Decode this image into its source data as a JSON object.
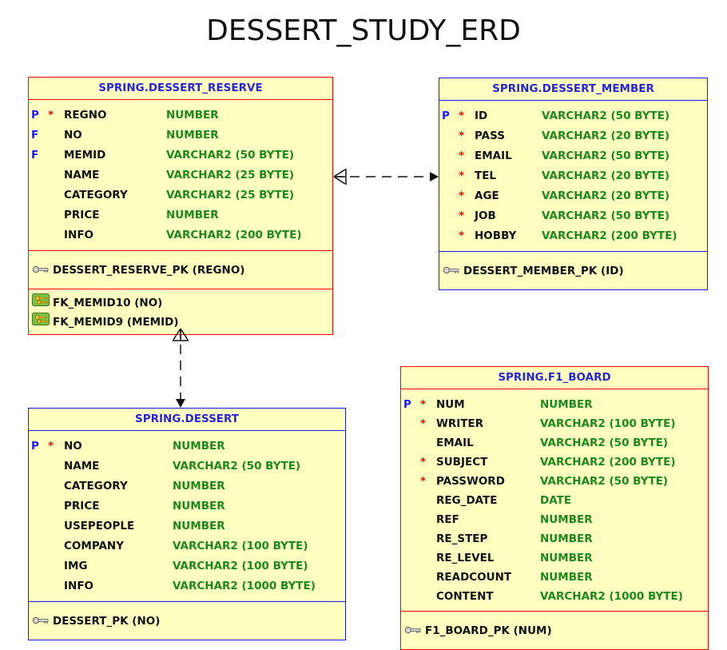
{
  "title": "DESSERT_STUDY_ERD",
  "entities": {
    "reserve": {
      "name": "SPRING.DESSERT_RESERVE",
      "columns": [
        {
          "key": "P",
          "mandatory": "*",
          "name": "REGNO",
          "type": "NUMBER"
        },
        {
          "key": "F",
          "mandatory": "",
          "name": "NO",
          "type": "NUMBER"
        },
        {
          "key": "F",
          "mandatory": "",
          "name": "MEMID",
          "type": "VARCHAR2 (50 BYTE)"
        },
        {
          "key": "",
          "mandatory": "",
          "name": "NAME",
          "type": "VARCHAR2 (25 BYTE)"
        },
        {
          "key": "",
          "mandatory": "",
          "name": "CATEGORY",
          "type": "VARCHAR2 (25 BYTE)"
        },
        {
          "key": "",
          "mandatory": "",
          "name": "PRICE",
          "type": "NUMBER"
        },
        {
          "key": "",
          "mandatory": "",
          "name": "INFO",
          "type": "VARCHAR2 (200 BYTE)"
        }
      ],
      "pk": "DESSERT_RESERVE_PK (REGNO)",
      "fks": [
        "FK_MEMID10 (NO)",
        "FK_MEMID9 (MEMID)"
      ]
    },
    "member": {
      "name": "SPRING.DESSERT_MEMBER",
      "columns": [
        {
          "key": "P",
          "mandatory": "*",
          "name": "ID",
          "type": "VARCHAR2 (50 BYTE)"
        },
        {
          "key": "",
          "mandatory": "*",
          "name": "PASS",
          "type": "VARCHAR2 (20 BYTE)"
        },
        {
          "key": "",
          "mandatory": "*",
          "name": "EMAIL",
          "type": "VARCHAR2 (50 BYTE)"
        },
        {
          "key": "",
          "mandatory": "*",
          "name": "TEL",
          "type": "VARCHAR2 (20 BYTE)"
        },
        {
          "key": "",
          "mandatory": "*",
          "name": "AGE",
          "type": "VARCHAR2 (20 BYTE)"
        },
        {
          "key": "",
          "mandatory": "*",
          "name": "JOB",
          "type": "VARCHAR2 (50 BYTE)"
        },
        {
          "key": "",
          "mandatory": "*",
          "name": "HOBBY",
          "type": "VARCHAR2 (200 BYTE)"
        }
      ],
      "pk": "DESSERT_MEMBER_PK (ID)"
    },
    "dessert": {
      "name": "SPRING.DESSERT",
      "columns": [
        {
          "key": "P",
          "mandatory": "*",
          "name": "NO",
          "type": "NUMBER"
        },
        {
          "key": "",
          "mandatory": "",
          "name": "NAME",
          "type": "VARCHAR2 (50 BYTE)"
        },
        {
          "key": "",
          "mandatory": "",
          "name": "CATEGORY",
          "type": "NUMBER"
        },
        {
          "key": "",
          "mandatory": "",
          "name": "PRICE",
          "type": "NUMBER"
        },
        {
          "key": "",
          "mandatory": "",
          "name": "USEPEOPLE",
          "type": "NUMBER"
        },
        {
          "key": "",
          "mandatory": "",
          "name": "COMPANY",
          "type": "VARCHAR2 (100 BYTE)"
        },
        {
          "key": "",
          "mandatory": "",
          "name": "IMG",
          "type": "VARCHAR2 (100 BYTE)"
        },
        {
          "key": "",
          "mandatory": "",
          "name": "INFO",
          "type": "VARCHAR2 (1000 BYTE)"
        }
      ],
      "pk": "DESSERT_PK (NO)"
    },
    "board": {
      "name": "SPRING.F1_BOARD",
      "columns": [
        {
          "key": "P",
          "mandatory": "*",
          "name": "NUM",
          "type": "NUMBER"
        },
        {
          "key": "",
          "mandatory": "*",
          "name": "WRITER",
          "type": "VARCHAR2 (100 BYTE)"
        },
        {
          "key": "",
          "mandatory": "",
          "name": "EMAIL",
          "type": "VARCHAR2 (50 BYTE)"
        },
        {
          "key": "",
          "mandatory": "*",
          "name": "SUBJECT",
          "type": "VARCHAR2 (200 BYTE)"
        },
        {
          "key": "",
          "mandatory": "*",
          "name": "PASSWORD",
          "type": "VARCHAR2 (50 BYTE)"
        },
        {
          "key": "",
          "mandatory": "",
          "name": "REG_DATE",
          "type": "DATE"
        },
        {
          "key": "",
          "mandatory": "",
          "name": "REF",
          "type": "NUMBER"
        },
        {
          "key": "",
          "mandatory": "",
          "name": "RE_STEP",
          "type": "NUMBER"
        },
        {
          "key": "",
          "mandatory": "",
          "name": "RE_LEVEL",
          "type": "NUMBER"
        },
        {
          "key": "",
          "mandatory": "",
          "name": "READCOUNT",
          "type": "NUMBER"
        },
        {
          "key": "",
          "mandatory": "",
          "name": "CONTENT",
          "type": "VARCHAR2 (1000 BYTE)"
        }
      ],
      "pk": "F1_BOARD_PK (NUM)"
    }
  },
  "colors": {
    "entity_fill": "#ffffc0",
    "border_red": "#ff0000",
    "border_blue": "#1a1aff",
    "header_text": "#2626d9",
    "type_text": "#1a8a1a",
    "mandatory_mark": "#ff0000",
    "key_mark": "#1a1aff"
  },
  "icons": {
    "pk": "key-icon",
    "fk": "fk-key-pair-icon"
  }
}
